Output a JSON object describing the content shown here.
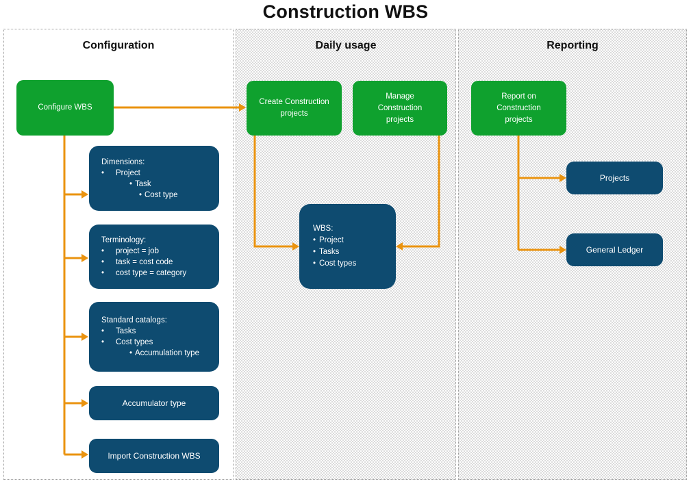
{
  "title": "Construction WBS",
  "colors": {
    "green_node": "#0FA12E",
    "navy_node": "#0E4B70",
    "connector_orange": "#EA930F",
    "column_border": "#9e9e9e",
    "stipple_dot": "#cfcfcf",
    "text_dark": "#111111",
    "text_light": "#ffffff"
  },
  "columns": [
    {
      "header": "Configuration"
    },
    {
      "header": "Daily usage"
    },
    {
      "header": "Reporting"
    }
  ],
  "nodes": {
    "configure": {
      "label": "Configure WBS"
    },
    "dimensions": {
      "title": "Dimensions:",
      "items": [
        {
          "t": "Project",
          "l": 1
        },
        {
          "t": "Task",
          "l": 2
        },
        {
          "t": "Cost type",
          "l": 3
        }
      ]
    },
    "terminology": {
      "title": "Terminology:",
      "items": [
        {
          "t": "project = job",
          "l": 1
        },
        {
          "t": "task = cost code",
          "l": 1
        },
        {
          "t": "cost type = category",
          "l": 1
        }
      ]
    },
    "catalogs": {
      "title": "Standard catalogs:",
      "items": [
        {
          "t": "Tasks",
          "l": 1
        },
        {
          "t": "Cost types",
          "l": 1
        },
        {
          "t": "Accumulation type",
          "l": 2
        }
      ]
    },
    "accumulator": {
      "label": "Accumulator type"
    },
    "import": {
      "label": "Import Construction WBS"
    },
    "create": {
      "label": "Create Construction projects"
    },
    "manage": {
      "label": "Manage Construction projects"
    },
    "wbs": {
      "title": "WBS:",
      "items": [
        {
          "t": "Project",
          "l": 0
        },
        {
          "t": "Tasks",
          "l": 0
        },
        {
          "t": "Cost types",
          "l": 0
        }
      ]
    },
    "report": {
      "label": "Report on Construction projects"
    },
    "projects": {
      "label": "Projects"
    },
    "ledger": {
      "label": "General Ledger"
    }
  }
}
